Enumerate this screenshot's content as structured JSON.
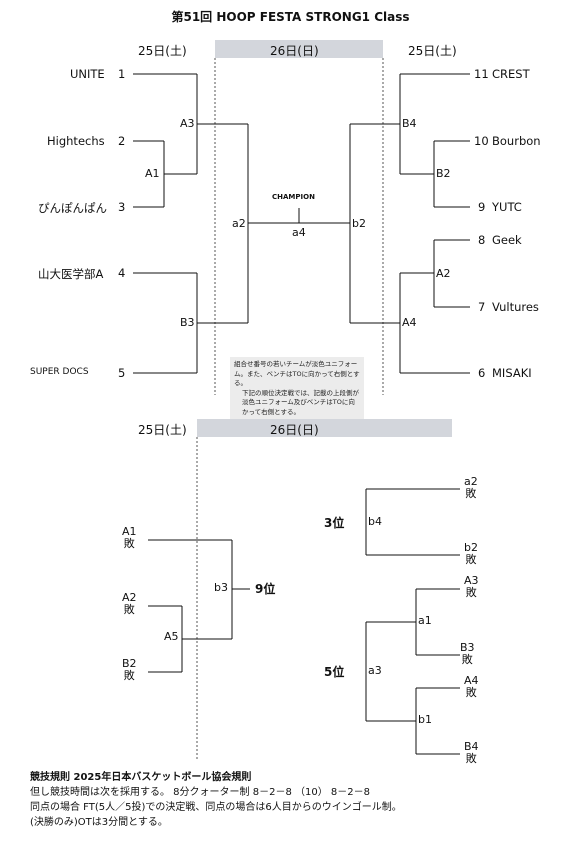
{
  "title": "第51回  HOOP  FESTA    STRONG1  Class",
  "top": {
    "day_left": "25日(土)",
    "day_center": "26日(日)",
    "day_right": "25日(土)",
    "teams_left": [
      {
        "name": "UNITE",
        "seed": "1"
      },
      {
        "name": "Hightechs",
        "seed": "2"
      },
      {
        "name": "ぴんぽんぱん",
        "seed": "3"
      },
      {
        "name": "山大医学部A",
        "seed": "4"
      },
      {
        "name": "SUPER DOCS",
        "seed": "5"
      }
    ],
    "teams_right": [
      {
        "name": "CREST",
        "seed": "11"
      },
      {
        "name": "Bourbon",
        "seed": "10"
      },
      {
        "name": "YUTC",
        "seed": "9"
      },
      {
        "name": "Geek",
        "seed": "8"
      },
      {
        "name": "Vultures",
        "seed": "7"
      },
      {
        "name": "MISAKI",
        "seed": "6"
      }
    ],
    "games": {
      "a3": "A3",
      "a1": "A1",
      "b3": "B3",
      "a2_final": "a2",
      "a4": "a4",
      "b2_final": "b2",
      "b4": "B4",
      "b2": "B2",
      "a2": "A2",
      "a4_right": "A4"
    },
    "champion": "CHAMPION",
    "note_lines": [
      "組合せ番号の若いチームが淡色ユニフォーム。また、ベンチはTOに向かって右側とする。",
      "下記の順位決定戦では、記載の上段側が淡色ユニフォーム及びベンチはTOに向かって右側とする。"
    ]
  },
  "bottom": {
    "day_left": "25日(土)",
    "day_center": "26日(日)",
    "left_entries": [
      {
        "line1": "A1",
        "line2": "敗"
      },
      {
        "line1": "A2",
        "line2": "敗"
      },
      {
        "line1": "B2",
        "line2": "敗"
      }
    ],
    "game_a5": "A5",
    "game_b3": "b3",
    "rank9": "9位",
    "right_top_entries": [
      {
        "line1": "a2",
        "line2": "敗"
      },
      {
        "line1": "b2",
        "line2": "敗"
      }
    ],
    "game_b4": "b4",
    "rank3": "3位",
    "right_entries": [
      {
        "line1": "A3",
        "line2": "敗"
      },
      {
        "line1": "B3",
        "line2": "敗"
      },
      {
        "line1": "A4",
        "line2": "敗"
      },
      {
        "line1": "B4",
        "line2": "敗"
      }
    ],
    "game_a1": "a1",
    "game_b1": "b1",
    "game_a3": "a3",
    "rank5": "5位"
  },
  "rules": {
    "heading": "競技規則      2025年日本バスケットボール協会規則",
    "lines": [
      "但し競技時間は次を採用する。    8分クォーター制    8－2－8 （10） 8－2－8",
      "同点の場合  FT(5人／5投)での決定戦、同点の場合は6人目からのウインゴール制。",
      "(決勝のみ)OTは3分間とする。"
    ]
  }
}
